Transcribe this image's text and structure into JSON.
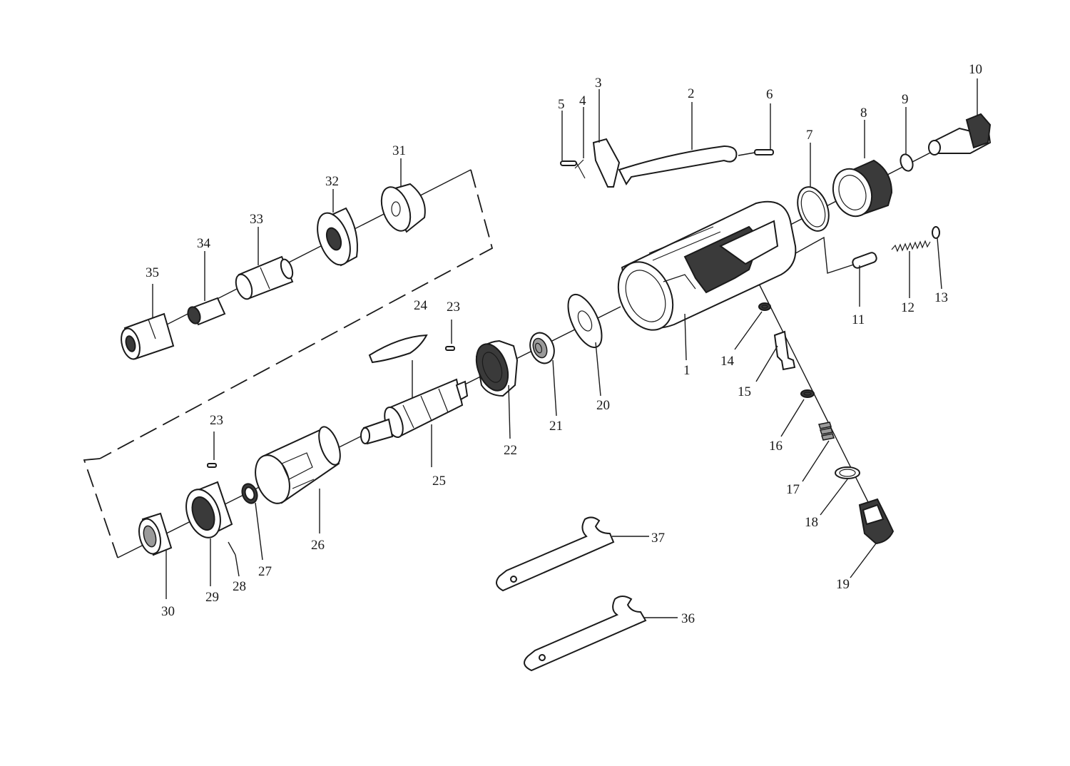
{
  "labels": {
    "p1": "1",
    "p2": "2",
    "p3": "3",
    "p4": "4",
    "p5": "5",
    "p6": "6",
    "p7": "7",
    "p8": "8",
    "p9": "9",
    "p10": "10",
    "p11": "11",
    "p12": "12",
    "p13": "13",
    "p14": "14",
    "p15": "15",
    "p16": "16",
    "p17": "17",
    "p18": "18",
    "p19": "19",
    "p20": "20",
    "p21": "21",
    "p22": "22",
    "p23a": "23",
    "p23b": "23",
    "p24": "24",
    "p25": "25",
    "p26": "26",
    "p27": "27",
    "p28": "28",
    "p29": "29",
    "p30": "30",
    "p31": "31",
    "p32": "32",
    "p33": "33",
    "p34": "34",
    "p35": "35",
    "p36": "36",
    "p37": "37"
  },
  "colors": {
    "ink": "#1a1a1a",
    "fill_dark": "#3a3a3a",
    "fill_mid": "#9a9a9a",
    "background": "#ffffff"
  }
}
